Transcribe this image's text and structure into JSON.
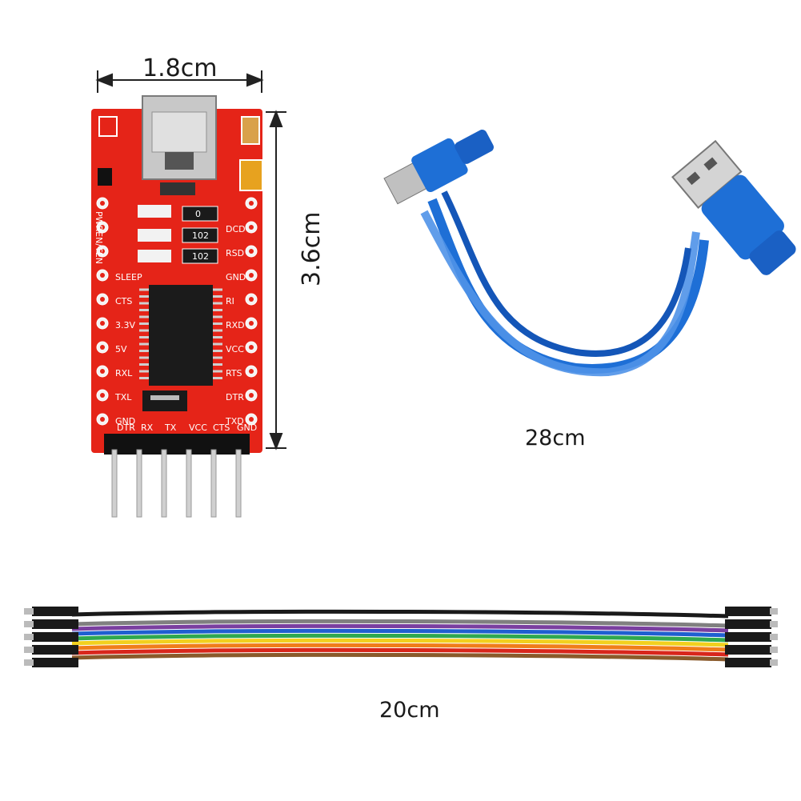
{
  "dimensions": {
    "board_width": "1.8cm",
    "board_height": "3.6cm",
    "usb_cable_length": "28cm",
    "jumper_length": "20cm"
  },
  "board": {
    "left_pins": [
      "PWREN/TEN",
      "SLEEP",
      "CTS",
      "3.3V",
      "5V",
      "RXL",
      "TXL",
      "GND"
    ],
    "right_pins": [
      "DCD",
      "RSD",
      "GND",
      "RI",
      "RXD",
      "VCC",
      "RTS",
      "DTR",
      "TXD"
    ],
    "bottom_header": [
      "DTR",
      "RX",
      "TX",
      "VCC",
      "CTS",
      "GND"
    ],
    "resistor_labels": [
      "0",
      "102",
      "102"
    ],
    "colors": {
      "pcb": "#e52418",
      "silk": "#ffffff",
      "chip": "#1b1b1b"
    }
  },
  "cable": {
    "color": "#1e6fd6"
  },
  "jumper_colors": [
    "#1a1a1a",
    "#ffffff",
    "#808080",
    "#7a3fa0",
    "#1f5fd0",
    "#2fa84f",
    "#f2d01e",
    "#f07d1a",
    "#d8261c",
    "#8a5a2b"
  ]
}
